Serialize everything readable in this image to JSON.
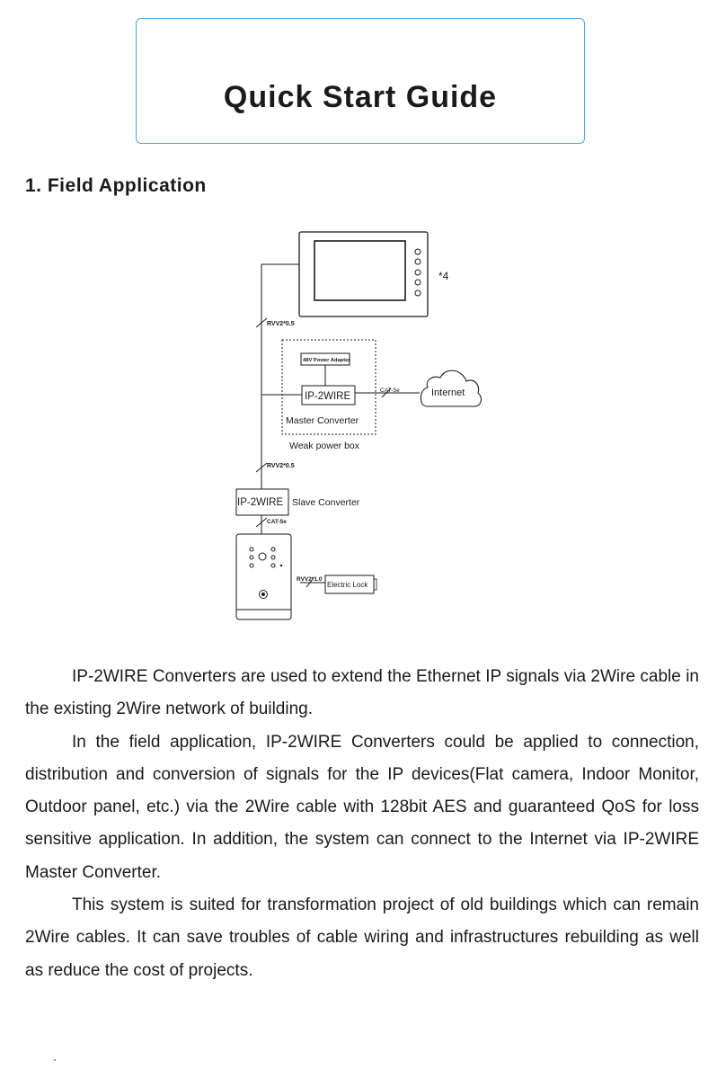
{
  "header": {
    "title": "Quick Start Guide"
  },
  "section": {
    "heading": "1. Field Application"
  },
  "diagram": {
    "monitor_count": "*4",
    "cable_top": "RVV2*0.5",
    "power_adapter": "48V Power Adapter",
    "master_box": "IP-2WIRE",
    "master_label": "Master Converter",
    "weak_box": "Weak power box",
    "cat_top": "CAT-5e",
    "internet": "Internet",
    "cable_mid": "RVV2*0.5",
    "slave_box": "IP-2WIRE",
    "slave_label": "Slave Converter",
    "cat_bottom": "CAT-5e",
    "lock_cable": "RVV2*1.0",
    "lock": "Electric Lock"
  },
  "body": {
    "p1": "IP-2WIRE Converters are used to extend the Ethernet IP signals via 2Wire cable in the existing 2Wire network of building.",
    "p2": "In the field application, IP-2WIRE Converters could be applied to connection, distribution and conversion of signals for the IP devices(Flat camera, Indoor Monitor, Outdoor panel, etc.) via the 2Wire cable with 128bit AES and guaranteed QoS  for loss sensitive application. In addition, the system can connect to the Internet via IP-2WIRE Master Converter.",
    "p3": "This system is suited for transformation project of old buildings which can remain 2Wire cables. It can save troubles of cable wiring and infrastructures rebuilding as well as reduce the cost of projects."
  }
}
